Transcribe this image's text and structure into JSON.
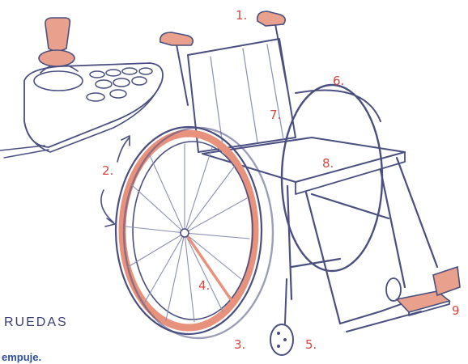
{
  "callouts": [
    {
      "id": "1",
      "text": "1."
    },
    {
      "id": "2",
      "text": "2."
    },
    {
      "id": "3",
      "text": "3."
    },
    {
      "id": "4",
      "text": "4."
    },
    {
      "id": "5",
      "text": "5."
    },
    {
      "id": "6",
      "text": "6."
    },
    {
      "id": "7",
      "text": "7."
    },
    {
      "id": "8",
      "text": "8."
    },
    {
      "id": "9",
      "text": "9"
    }
  ],
  "section_label": "RUEDAS",
  "caption_fragment": "empuje.",
  "colors": {
    "ink": "#4a4f80",
    "accent": "#e8917c",
    "callout": "#d8473d",
    "caption": "#2e4fa0"
  },
  "icons": {
    "joystick_controller": "joystick-controller-icon",
    "wheelchair": "wheelchair-illustration"
  }
}
